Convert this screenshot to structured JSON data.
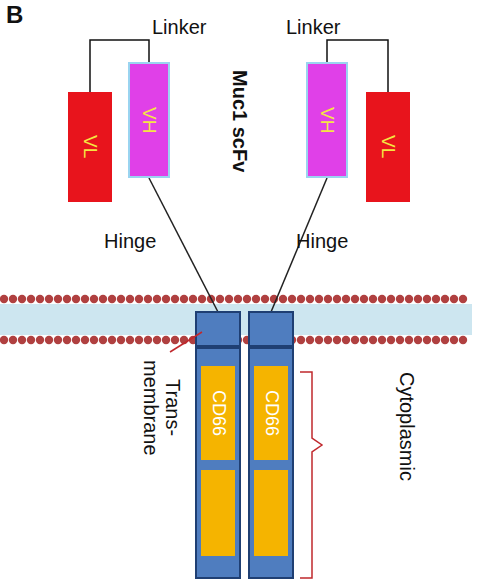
{
  "diagram": {
    "nodes": [
      {
        "text": [
          "VL"
        ]
      },
      {
        "text": [
          "VH"
        ]
      },
      {
        "text": [
          "VH"
        ]
      },
      {
        "text": [
          "VL"
        ]
      },
      {
        "text": [
          "CD66"
        ]
      },
      {
        "text": [
          "CD66"
        ]
      }
    ],
    "edges": [
      {
        "from": 0,
        "to": 1,
        "arrow": "none",
        "label": "Linker"
      },
      {
        "from": 3,
        "to": 2,
        "arrow": "none",
        "label": "Linker"
      }
    ],
    "labels": [
      "B",
      "Muc1 scFv",
      "Hinge",
      "Hinge",
      "Trans- membrane",
      "Cytoplasmic"
    ]
  }
}
